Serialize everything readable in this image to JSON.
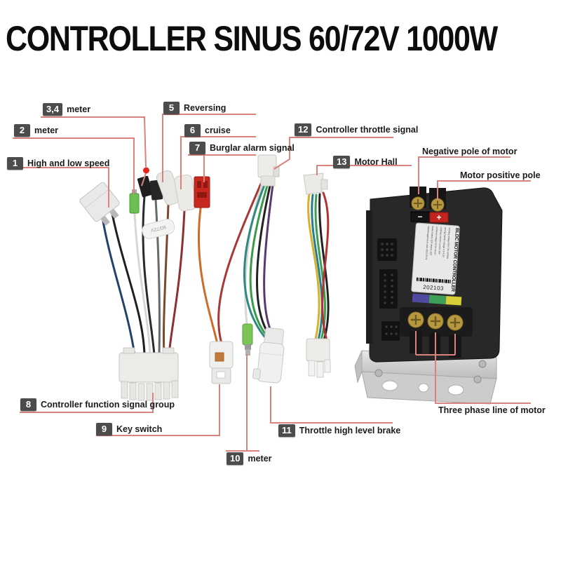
{
  "title": "CONTROLLER SINUS 60/72V 1000W",
  "labels": [
    {
      "num": "1",
      "text": "High and low speed"
    },
    {
      "num": "2",
      "text": "meter"
    },
    {
      "num": "3,4",
      "text": "meter"
    },
    {
      "num": "5",
      "text": "Reversing"
    },
    {
      "num": "6",
      "text": "cruise"
    },
    {
      "num": "7",
      "text": "Burglar alarm signal"
    },
    {
      "num": "8",
      "text": "Controller function signal group"
    },
    {
      "num": "9",
      "text": "Key switch"
    },
    {
      "num": "10",
      "text": "meter"
    },
    {
      "num": "11",
      "text": "Throttle high level brake"
    },
    {
      "num": "12",
      "text": "Controller throttle signal"
    },
    {
      "num": "13",
      "text": "Motor Hall"
    }
  ],
  "annotations": {
    "negative_pole": "Negative pole of motor",
    "positive_pole": "Motor positive pole",
    "three_phase": "Three phase line of motor"
  },
  "controller": {
    "name_label": "BLDC MOTOR CONTROLLER",
    "spec_lines": [
      "working voltage 60V-72V-1000W",
      "turning handle voltage 1.2-4.2V",
      "confined electric current 35A",
      "confined voltage 52.0V-41.5V",
      "brake battery 12V degree 120°",
      "examining/product date 2021.03.01"
    ],
    "batch_code": "202103",
    "minus": "−",
    "plus": "+"
  },
  "wire_tag": "60/72V",
  "colors": {
    "leader_line": "#d9827e",
    "badge_bg": "#4c4c4a",
    "red_dot": "#e6261c",
    "terminal_plus_bg": "#c32420",
    "terminal_minus_bg": "#141414",
    "stripe_blue": "#4f4aa0",
    "stripe_green": "#3f9e58",
    "stripe_yellow": "#d8ce38"
  }
}
